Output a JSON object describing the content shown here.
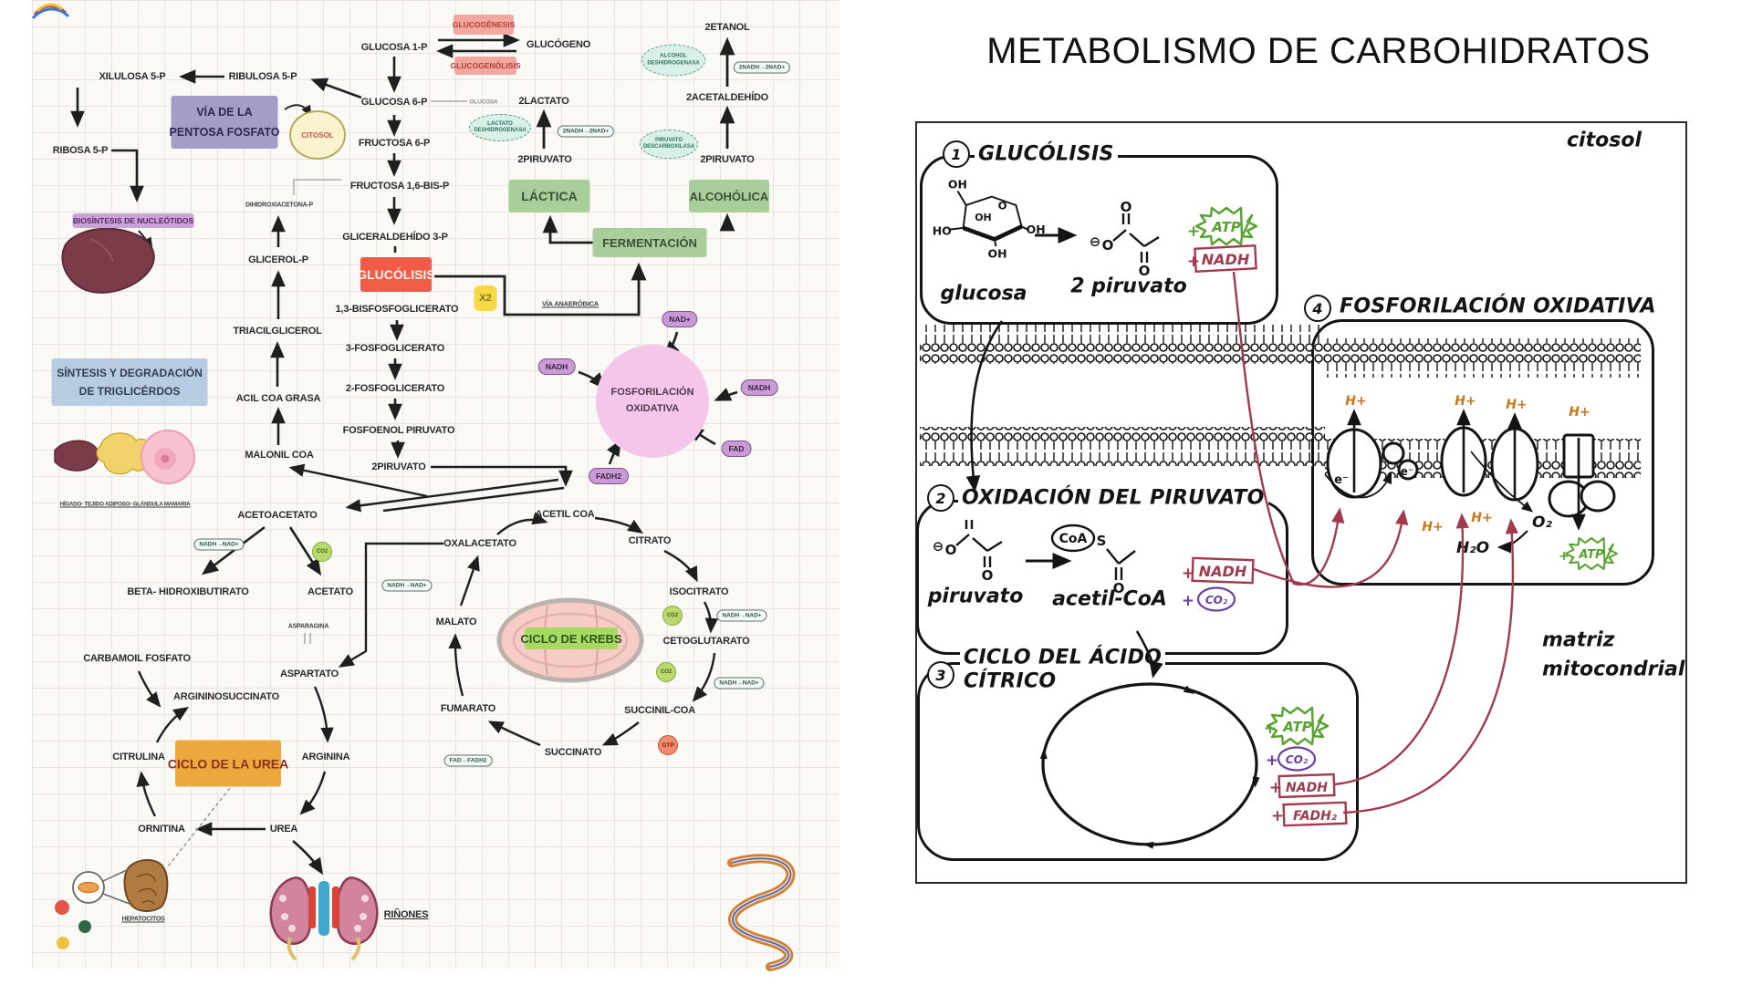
{
  "title": "METABOLISMO DE CARBOHIDRATOS",
  "palette": {
    "glucolisis_red": "#f15c49",
    "fermentacion_green": "#a8cf9b",
    "pentosa_purple": "#a59cc7",
    "krebs_green": "#a8d963",
    "urea_orange": "#eaa83d",
    "fosox_pink": "#f5c6e9",
    "atp_green": "#56a22e",
    "nadh_red": "#a23a4e",
    "co2_purple": "#6b3fa0",
    "hplus_orange": "#c9761f"
  },
  "left_map": {
    "nodes": {
      "glucosa1p": "GLUCOSA 1-P",
      "glucogeno": "GLUCÓGENO",
      "etanol2": "2ETANOL",
      "xilulosa5p": "XILULOSA 5-P",
      "ribulosa5p": "RIBULOSA 5-P",
      "glucosa6p": "GLUCOSA 6-P",
      "glucosa_small": "GLUCOSA",
      "lactato2": "2LACTATO",
      "acetaldehido2": "2ACETALDEHÍDO",
      "ribosa5p": "RIBOSA 5-P",
      "fructosa6p": "FRUCTOSA 6-P",
      "piruvato2": "2PIRUVATO",
      "fructosa16bp": "FRUCTOSA 1,6-BIS-P",
      "dihidroxiacetonap": "DIHIDROXIACETONA-P",
      "gliceraldehido3p": "GLICERALDEHÍDO 3-P",
      "glicerolp": "GLICEROL-P",
      "bpg13": "1,3-BISFOSFOGLICERATO",
      "triacilglicerol": "TRIACILGLICEROL",
      "pg3": "3-FOSFOGLICERATO",
      "pg2": "2-FOSFOGLICERATO",
      "acilcoagrasa": "ACIL COA GRASA",
      "fosfoenolpiruvato": "FOSFOENOL PIRUVATO",
      "malonilcoa": "MALONIL COA",
      "viaanaerobica": "VÍA ANAERÓBICA",
      "acetoacetato": "ACETOACETATO",
      "acetilcoa": "ACETIL COA",
      "oxalacetato": "OXALACETATO",
      "citrato": "CITRATO",
      "betahidroxibutirato": "BETA- HIDROXIBUTIRATO",
      "acetato": "ACETATO",
      "isocitrato": "ISOCITRATO",
      "malato": "MALATO",
      "cetoglutarato": "CETOGLUTARATO",
      "asparagina": "ASPARAGINA",
      "carbamoilfosfato": "CARBAMOIL FOSFATO",
      "aspartato": "ASPARTATO",
      "argininosuccinato": "ARGININOSUCCINATO",
      "fumarato": "FUMARATO",
      "succinilcoa": "SUCCINIL-COA",
      "citrulina": "CITRULINA",
      "arginina": "ARGININA",
      "succinato": "SUCCINATO",
      "ornitina": "ORNITINA",
      "urea": "UREA",
      "rinones": "RIÑONES",
      "hepatocitos": "HEPATOCITOS",
      "organos": "HÍGADO- TEJIDO ADIPOSO- GLÁNDULA MAMARIA"
    },
    "boxes": {
      "glucogenesis": "GLUCOGÉNESIS",
      "glucogenolisis": "GLUCOGENÓLISIS",
      "pentosa1": "VÍA DE LA",
      "pentosa2": "PENTOSA FOSFATO",
      "biosintesis": "BIOSÍNTESIS DE NUCLEÓTIDOS",
      "glucolisis": "GLUCÓLISIS",
      "x2": "X2",
      "lactica": "LÁCTICA",
      "fermentacion": "FERMENTACIÓN",
      "alcoholica": "ALCOHÓLICA",
      "sintesis1": "SÍNTESIS Y DEGRADACIÓN",
      "sintesis2": "DE TRIGLICÉRDOS",
      "krebs": "CICLO DE KREBS",
      "ureacycle": "CICLO DE LA UREA",
      "fosox1": "FOSFORILACIÓN",
      "fosox2": "OXIDATIVA"
    },
    "enzymes": {
      "citosol": "CITOSOL",
      "lact1": "LACTATO",
      "lact2": "DESHIDROGENASA",
      "alc1": "ALCOHOL",
      "alc2": "DESHIDROGENASA",
      "pir1": "PIRUVATO",
      "pir2": "DESCARBOXILASA"
    },
    "cofactors": {
      "nadh2cycle": "2NADH→2NAD+",
      "nadhcycle": "NADH→NAD+",
      "fadcycle": "FAD→FADH2",
      "nadplus": "NAD+",
      "nadh": "NADH",
      "fad": "FAD",
      "fadh2": "FADH2",
      "co2": "CO2",
      "gtp": "GTP"
    }
  },
  "right_diagram": {
    "citosol": "citosol",
    "matriz1": "matriz",
    "matriz2": "mitocondrial",
    "sections": {
      "n1": "1",
      "t1": "GLUCÓLISIS",
      "n2": "2",
      "t2": "OXIDACIÓN DEL PIRUVATO",
      "n3": "3",
      "t3a": "CICLO DEL ÁCIDO",
      "t3b": "CÍTRICO",
      "n4": "4",
      "t4": "FOSFORILACIÓN OXIDATIVA"
    },
    "labels": {
      "glucosa": "glucosa",
      "piruvato2": "2 piruvato",
      "piruvato": "piruvato",
      "acetilcoa": "acetil-CoA"
    },
    "molecules": {
      "atp": "ATP",
      "nadh": "NADH",
      "co2": "CO₂",
      "fadh2": "FADH₂",
      "plus": "+",
      "hplus": "H+",
      "e": "e⁻",
      "o2": "O₂",
      "h2o": "H₂O"
    },
    "chem": {
      "oh": "OH",
      "ho": "HO",
      "o": "O",
      "ominus": "⊖",
      "coa": "CoA",
      "s": "S"
    }
  }
}
